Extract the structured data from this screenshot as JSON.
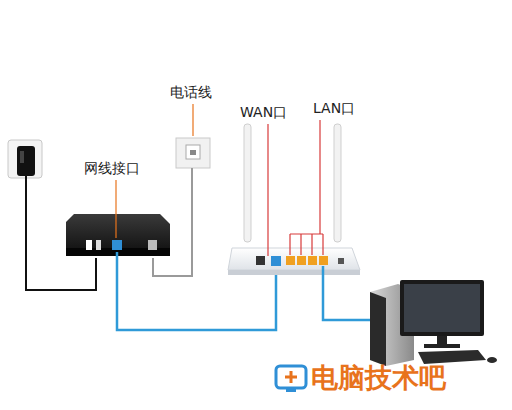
{
  "diagram": {
    "labels": [
      "电话线",
      "网线接口",
      "WAN口",
      "LAN口",
      "电脑技术吧"
    ]
  }
}
